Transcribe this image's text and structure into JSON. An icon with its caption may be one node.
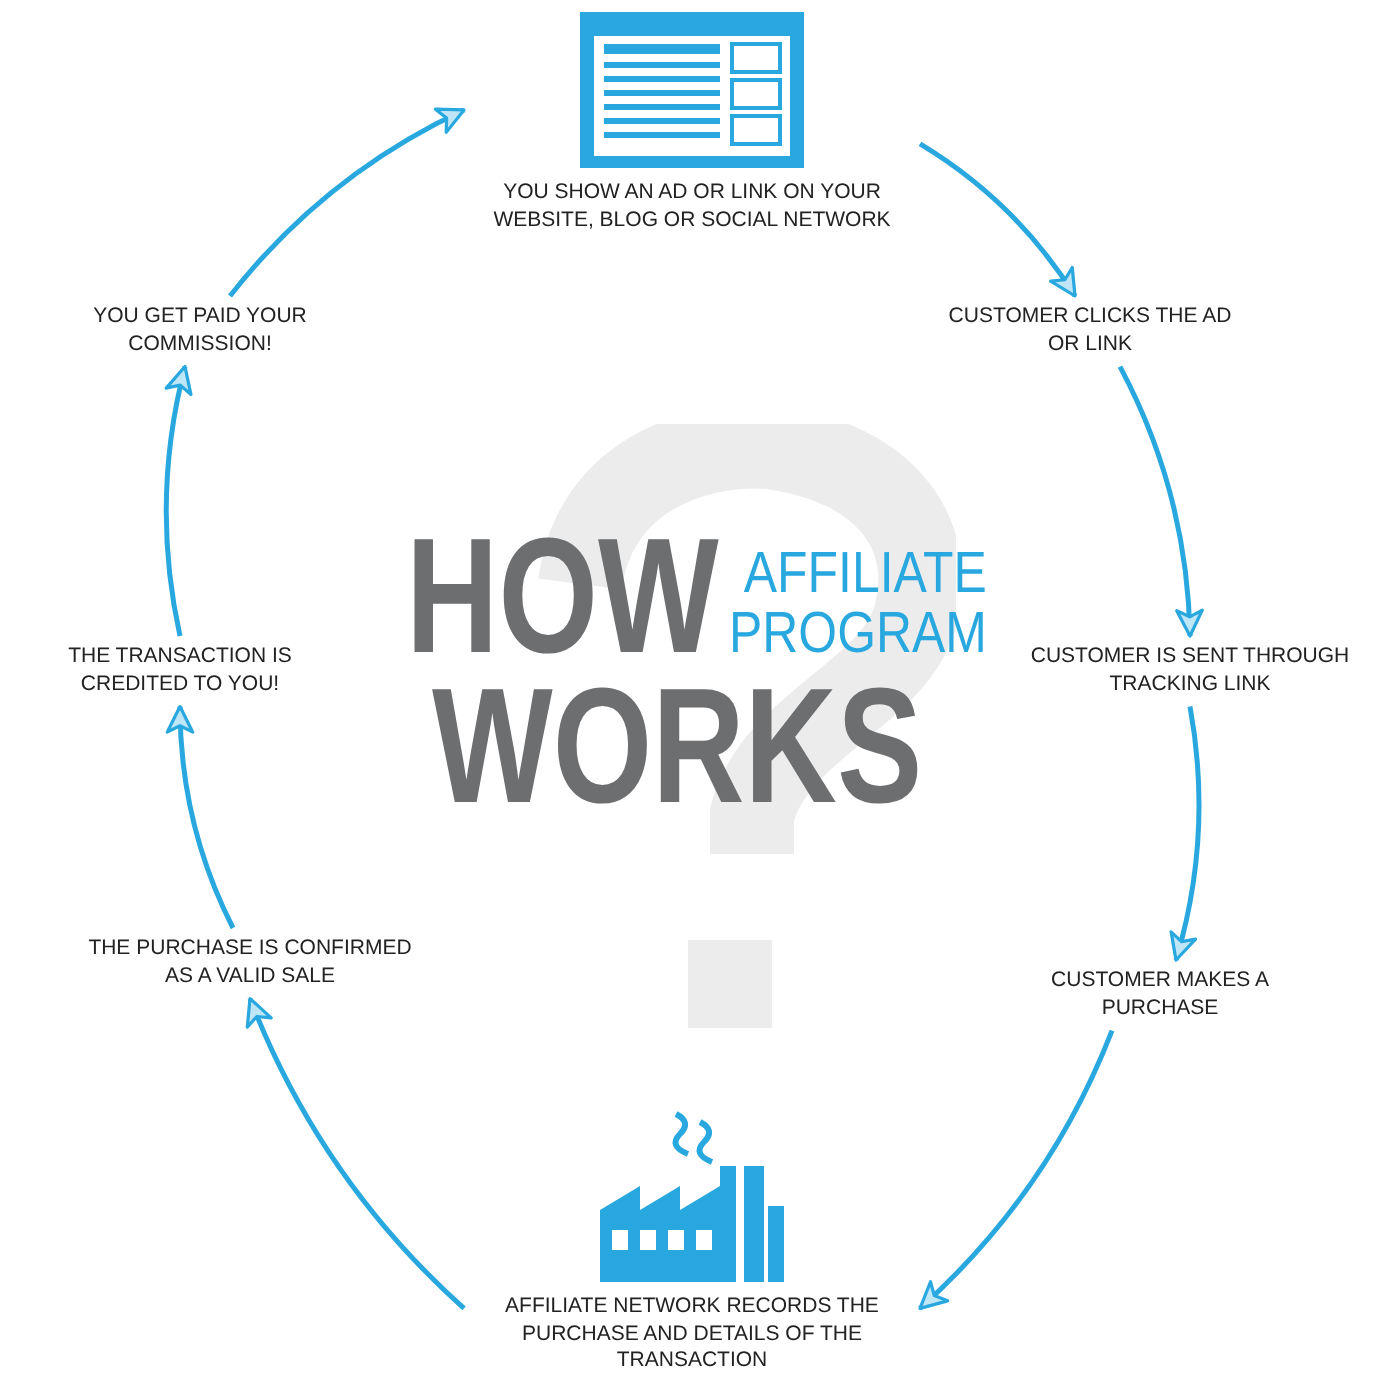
{
  "diagram": {
    "nodes": [
      {
        "text": [
          "YOU SHOW AN AD OR LINK ON YOUR WEBSITE, BLOG OR SOCIAL NETWORK"
        ]
      },
      {
        "text": [
          "CUSTOMER CLICKS THE AD OR LINK"
        ]
      },
      {
        "text": [
          "CUSTOMER IS SENT THROUGH TRACKING LINK"
        ]
      },
      {
        "text": [
          "CUSTOMER MAKES A PURCHASE"
        ]
      },
      {
        "text": [
          "AFFILIATE NETWORK RECORDS THE PURCHASE AND DETAILS OF THE TRANSACTION"
        ]
      },
      {
        "text": [
          "THE PURCHASE IS CONFIRMED AS A VALID SALE"
        ]
      },
      {
        "text": [
          "THE TRANSACTION IS CREDITED TO YOU!"
        ]
      },
      {
        "text": [
          "YOU GET PAID YOUR COMMISSION!"
        ]
      }
    ],
    "edges": [
      {
        "from": 0,
        "to": 1,
        "arrow": "to"
      },
      {
        "from": 1,
        "to": 2,
        "arrow": "to"
      },
      {
        "from": 2,
        "to": 3,
        "arrow": "to"
      },
      {
        "from": 3,
        "to": 4,
        "arrow": "to"
      },
      {
        "from": 4,
        "to": 5,
        "arrow": "to"
      },
      {
        "from": 5,
        "to": 6,
        "arrow": "to"
      },
      {
        "from": 6,
        "to": 7,
        "arrow": "to"
      },
      {
        "from": 7,
        "to": 0,
        "arrow": "to"
      }
    ],
    "labels": [
      "HOW",
      "AFFILIATE PROGRAM",
      "WORKS"
    ]
  }
}
